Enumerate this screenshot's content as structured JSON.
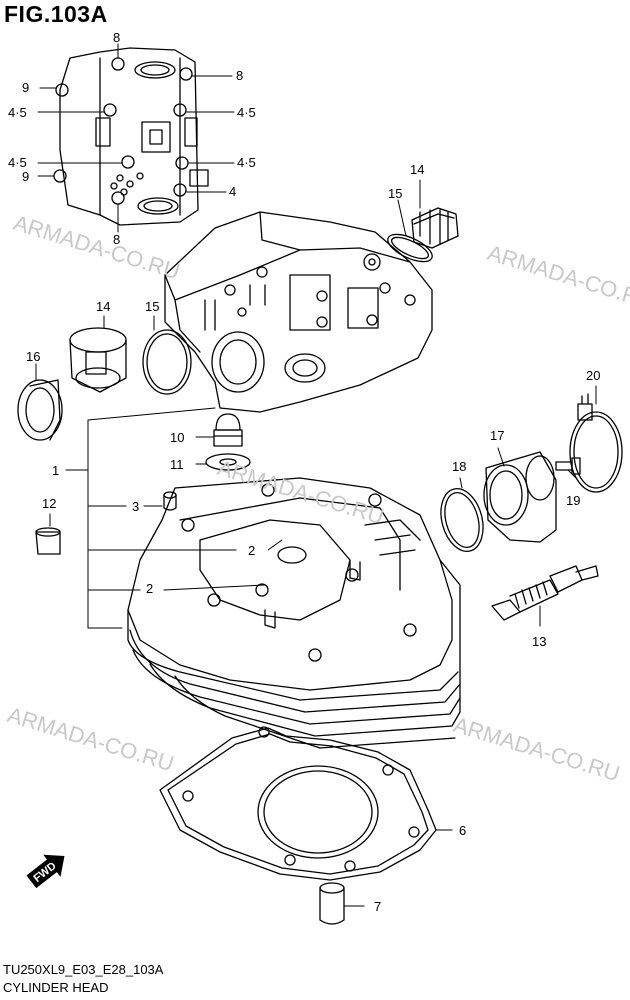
{
  "figure": {
    "title": "FIG.103A",
    "code": "TU250XL9_E03_E28_103A",
    "caption": "CYLINDER HEAD"
  },
  "watermark": "ARMADA-CO.RU",
  "direction_arrow": "FWD",
  "callouts": {
    "c1": "1",
    "c2a": "2",
    "c2b": "2",
    "c3": "3",
    "c4": "4",
    "c45a": "4·5",
    "c45b": "4·5",
    "c45c": "4·5",
    "c45d": "4·5",
    "c6": "6",
    "c7": "7",
    "c8a": "8",
    "c8b": "8",
    "c8c": "8",
    "c9a": "9",
    "c9b": "9",
    "c10": "10",
    "c11": "11",
    "c12": "12",
    "c13": "13",
    "c14a": "14",
    "c14b": "14",
    "c15a": "15",
    "c15b": "15",
    "c16": "16",
    "c17": "17",
    "c18": "18",
    "c19": "19",
    "c20": "20"
  }
}
